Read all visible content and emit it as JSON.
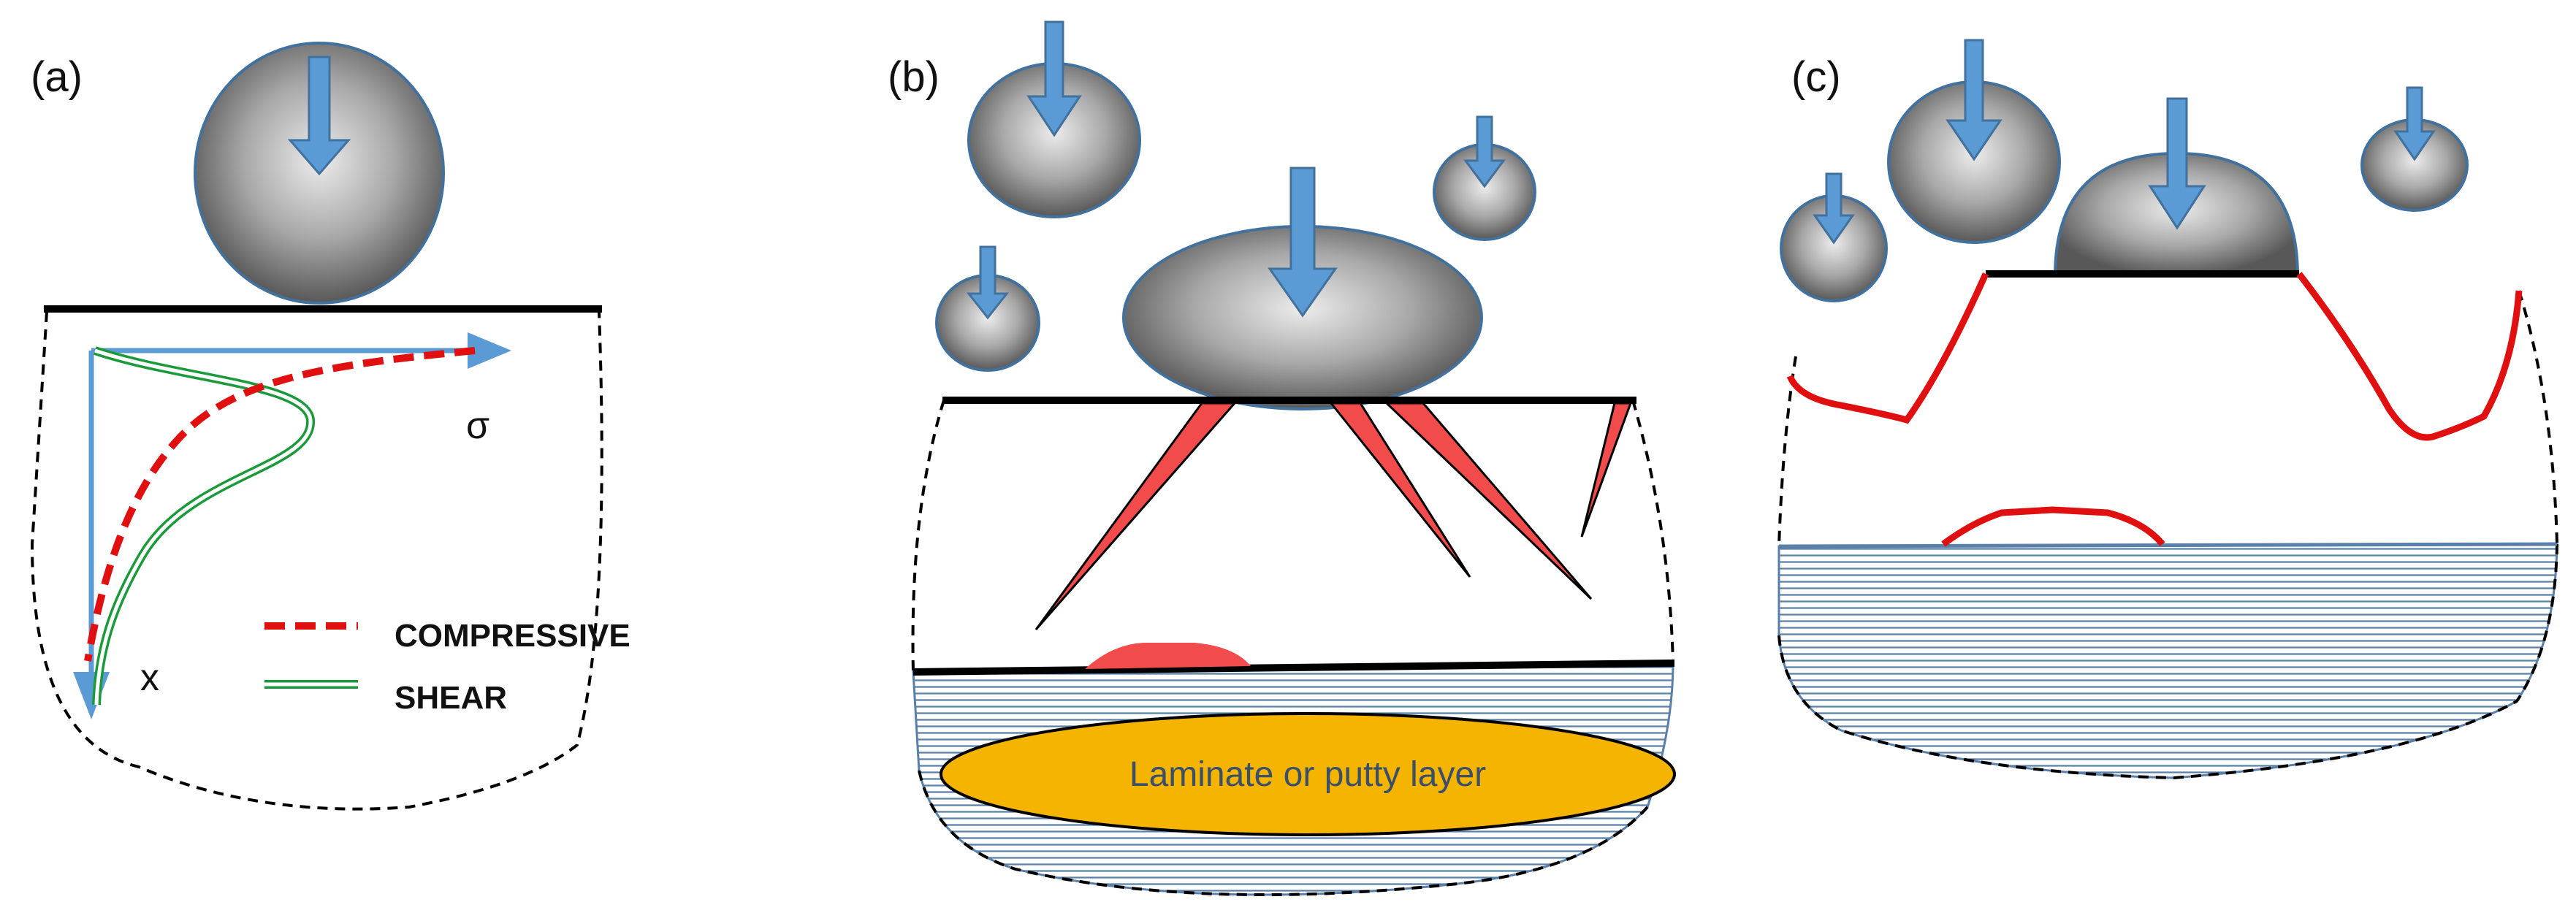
{
  "panels": {
    "a": {
      "label": "(a)"
    },
    "b": {
      "label": "(b)"
    },
    "c": {
      "label": "(c)"
    }
  },
  "axes": {
    "stress_label": "σ",
    "depth_label": "x"
  },
  "legend": {
    "compressive": "COMPRESSIVE",
    "shear": "SHEAR"
  },
  "layer": {
    "label": "Laminate or putty layer"
  },
  "colors": {
    "arrow": "#5b9bd5",
    "arrow_edge": "#41719c",
    "crack": "#f24b4b",
    "compressive": "#e01010",
    "shear": "#1a9a3a",
    "layer_fill": "#f4b400",
    "hatch": "#5a7fa8",
    "droplet_light": "#e8e8e8",
    "droplet_dark": "#555555"
  }
}
